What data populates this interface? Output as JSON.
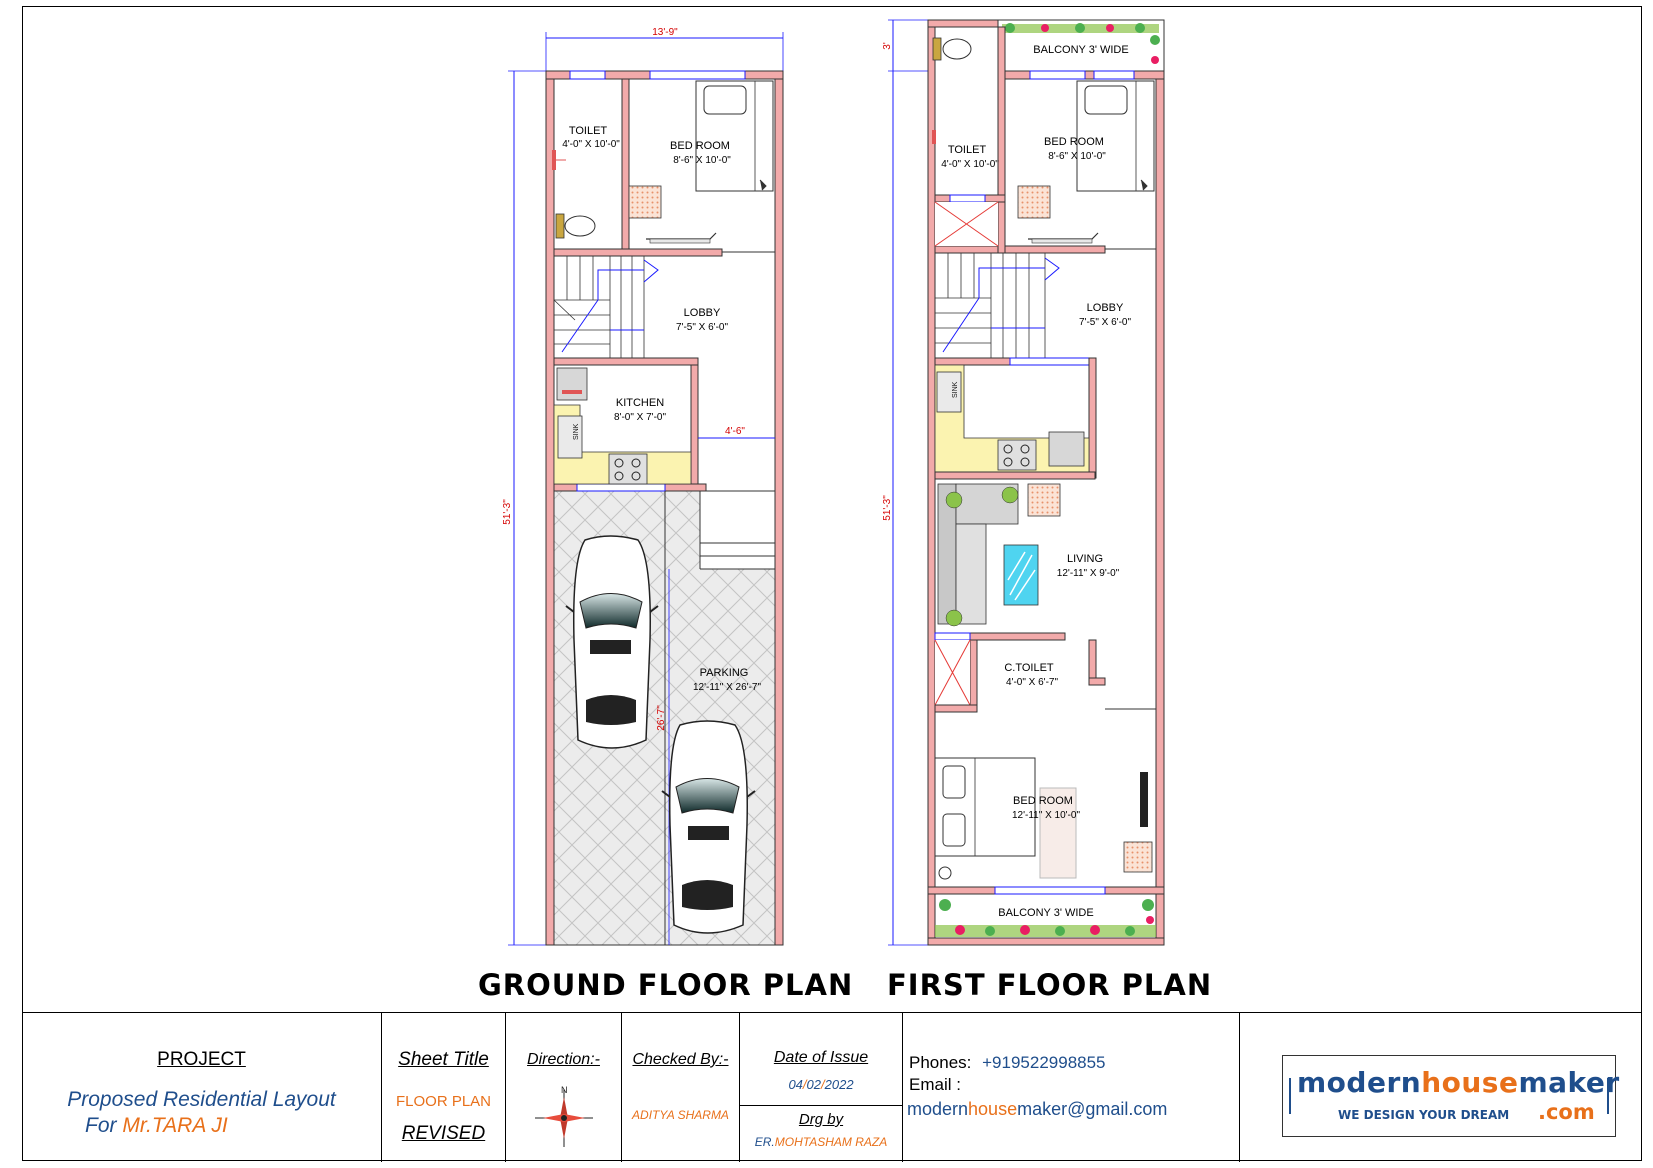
{
  "sheet": {
    "ground_title": "GROUND FLOOR PLAN",
    "first_title": "FIRST FLOOR PLAN"
  },
  "ground": {
    "width_dim": "13'-9\"",
    "height_dim": "51'-3\"",
    "stair_dim": "4'-6\"",
    "parking_dim": "26'-7\"",
    "rooms": {
      "toilet": {
        "name": "TOILET",
        "size": "4'-0\" X 10'-0\""
      },
      "bedroom": {
        "name": "BED ROOM",
        "size": "8'-6\" X 10'-0\""
      },
      "lobby": {
        "name": "LOBBY",
        "size": "7'-5\" X 6'-0\""
      },
      "kitchen": {
        "name": "KITCHEN",
        "size": "8'-0\" X 7'-0\""
      },
      "parking": {
        "name": "PARKING",
        "size": "12'-11\" X 26'-7\""
      }
    }
  },
  "first": {
    "top_dim": "3'",
    "height_dim": "51'-3\"",
    "rooms": {
      "balcony_top": {
        "name": "BALCONY 3' WIDE"
      },
      "toilet": {
        "name": "TOILET",
        "size": "4'-0\" X 10'-0\""
      },
      "bedroom": {
        "name": "BED ROOM",
        "size": "8'-6\" X 10'-0\""
      },
      "lobby": {
        "name": "LOBBY",
        "size": "7'-5\" X 6'-0\""
      },
      "living": {
        "name": "LIVING",
        "size": "12'-11\" X 9'-0\""
      },
      "ctoilet": {
        "name": "C.TOILET",
        "size": "4'-0\" X 6'-7\""
      },
      "bedroom2": {
        "name": "BED ROOM",
        "size": "12'-11\" X 10'-0\""
      },
      "balcony_bottom": {
        "name": "BALCONY 3' WIDE"
      }
    }
  },
  "sink_label": "SINK",
  "title_block": {
    "project_heading": "PROJECT",
    "project_line1": "Proposed Residential Layout",
    "project_for": "For ",
    "project_client": "Mr.TARA JI",
    "sheet_heading": "Sheet Title",
    "sheet_value": "FLOOR PLAN",
    "sheet_revised": "REVISED",
    "direction_heading": "Direction:-",
    "checked_heading": "Checked By:-",
    "checked_value": "ADITYA SHARMA",
    "date_heading": "Date of Issue",
    "date_d": "04",
    "date_m": "02",
    "date_y": "2022",
    "date_sep": "/",
    "drg_heading": "Drg by",
    "drg_prefix": "ER.",
    "drg_name": "MOHTASHAM RAZA",
    "phones_label": "Phones:",
    "phones_value": "+919522998855",
    "email_label": "Email :",
    "email_part1": "modern",
    "email_part2": "house",
    "email_part3": "maker@gmail.com",
    "logo_part1": "modern",
    "logo_part2": "house",
    "logo_part3": "maker",
    "logo_tagline": "WE DESIGN YOUR DREAM",
    "logo_com": ".com"
  },
  "colors": {
    "wall": "#f2aaaa",
    "wall_stroke": "#333333",
    "dimension": "#1a1aff",
    "dimension_text": "#d40000",
    "kitchen_counter": "#fbf3b0",
    "accent_orange": "#e8701a",
    "accent_blue": "#1f4e8c"
  }
}
